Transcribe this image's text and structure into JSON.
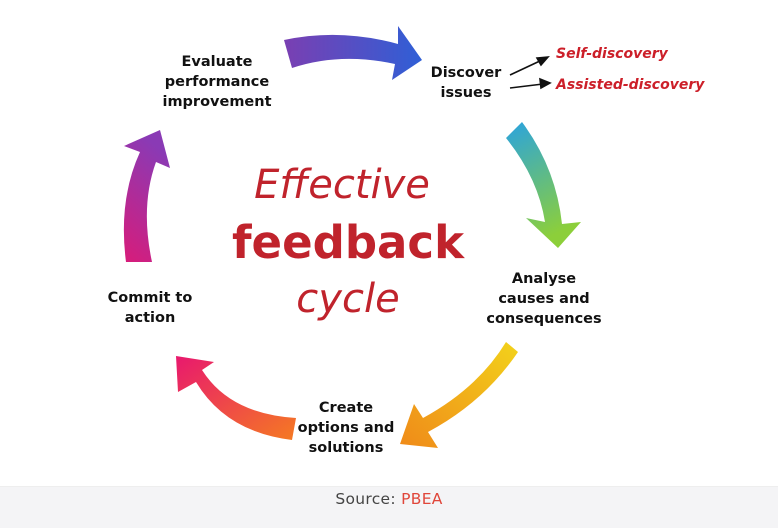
{
  "center_title": {
    "line1": "Effective",
    "line2": "feedback",
    "line3": "cycle"
  },
  "steps": [
    {
      "id": "discover",
      "lines": [
        "Discover",
        "issues"
      ]
    },
    {
      "id": "analyse",
      "lines": [
        "Analyse",
        "causes and",
        "consequences"
      ]
    },
    {
      "id": "create",
      "lines": [
        "Create",
        "options and",
        "solutions"
      ]
    },
    {
      "id": "commit",
      "lines": [
        "Commit to",
        "action"
      ]
    },
    {
      "id": "evaluate",
      "lines": [
        "Evaluate",
        "performance",
        "improvement"
      ]
    }
  ],
  "branches": [
    "Self-discovery",
    "Assisted-discovery"
  ],
  "source": {
    "prefix": "Source:",
    "name": "PBEA"
  },
  "colors": {
    "title_red": "#c0232c",
    "branch_red": "#cc1f29",
    "source_red": "#e0463a",
    "arrow_purple_blue": [
      "#7a3fb2",
      "#2f5fd6"
    ],
    "arrow_blue_green": [
      "#2aa3df",
      "#8ccf3a"
    ],
    "arrow_yellow_orange": [
      "#f2d21b",
      "#f08a19"
    ],
    "arrow_orange_pink": [
      "#f2662a",
      "#e8186e"
    ],
    "arrow_pink_purple": [
      "#e0237a",
      "#8a3ab5"
    ]
  }
}
